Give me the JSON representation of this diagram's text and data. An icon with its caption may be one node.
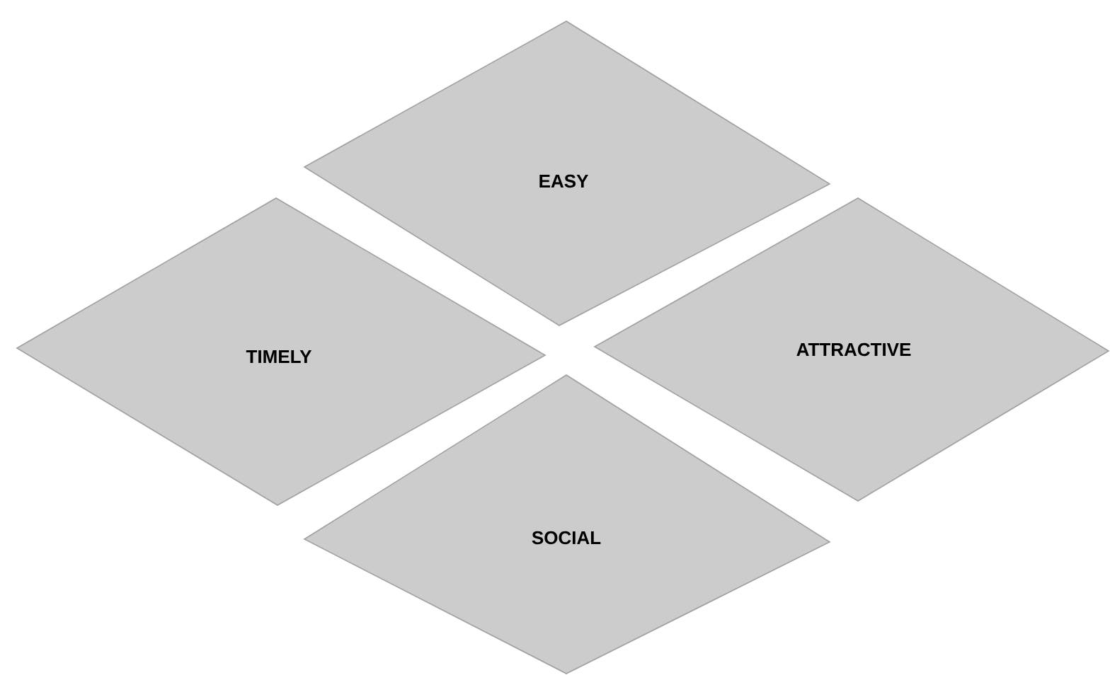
{
  "diagram": {
    "nodes": [
      {
        "text": [
          "EASY"
        ]
      },
      {
        "text": [
          "TIMELY"
        ]
      },
      {
        "text": [
          "ATTRACTIVE"
        ]
      },
      {
        "text": [
          "SOCIAL"
        ]
      }
    ]
  }
}
